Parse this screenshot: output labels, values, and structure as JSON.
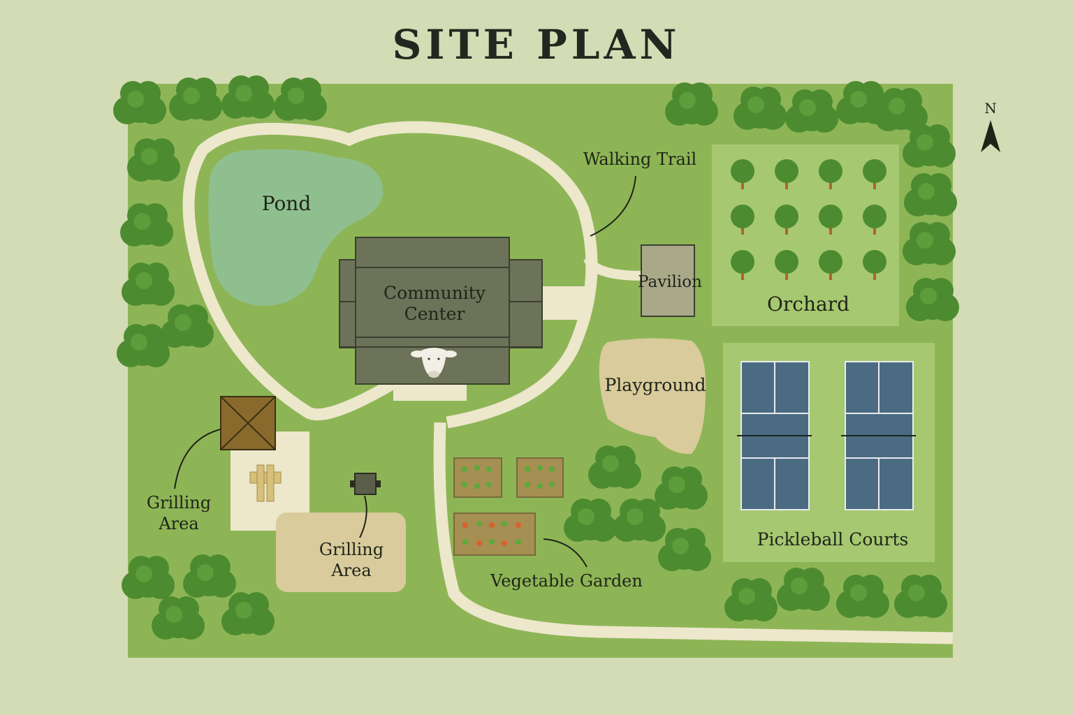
{
  "title": "SITE PLAN",
  "compass": {
    "letter": "N"
  },
  "labels": {
    "walking_trail": "Walking Trail",
    "pond": "Pond",
    "community_center_line1": "Community",
    "community_center_line2": "Center",
    "pavilion": "Pavilion",
    "orchard": "Orchard",
    "playground": "Playground",
    "pickleball_courts": "Pickleball Courts",
    "grilling_area_left_line1": "Grilling",
    "grilling_area_left_line2": "Area",
    "grilling_area_center_line1": "Grilling",
    "grilling_area_center_line2": "Area",
    "vegetable_garden": "Vegetable Garden"
  },
  "colors": {
    "background": "#d3dcb4",
    "lawn": "#8db556",
    "path": "#ede7cc",
    "pond": "#8fbf8f",
    "building": "#6d7359",
    "pavilion": "#a9a98a",
    "orchard": "#a6c871",
    "court": "#4a6b82",
    "playground": "#d9cb9b",
    "tree": "#4d8b30"
  }
}
